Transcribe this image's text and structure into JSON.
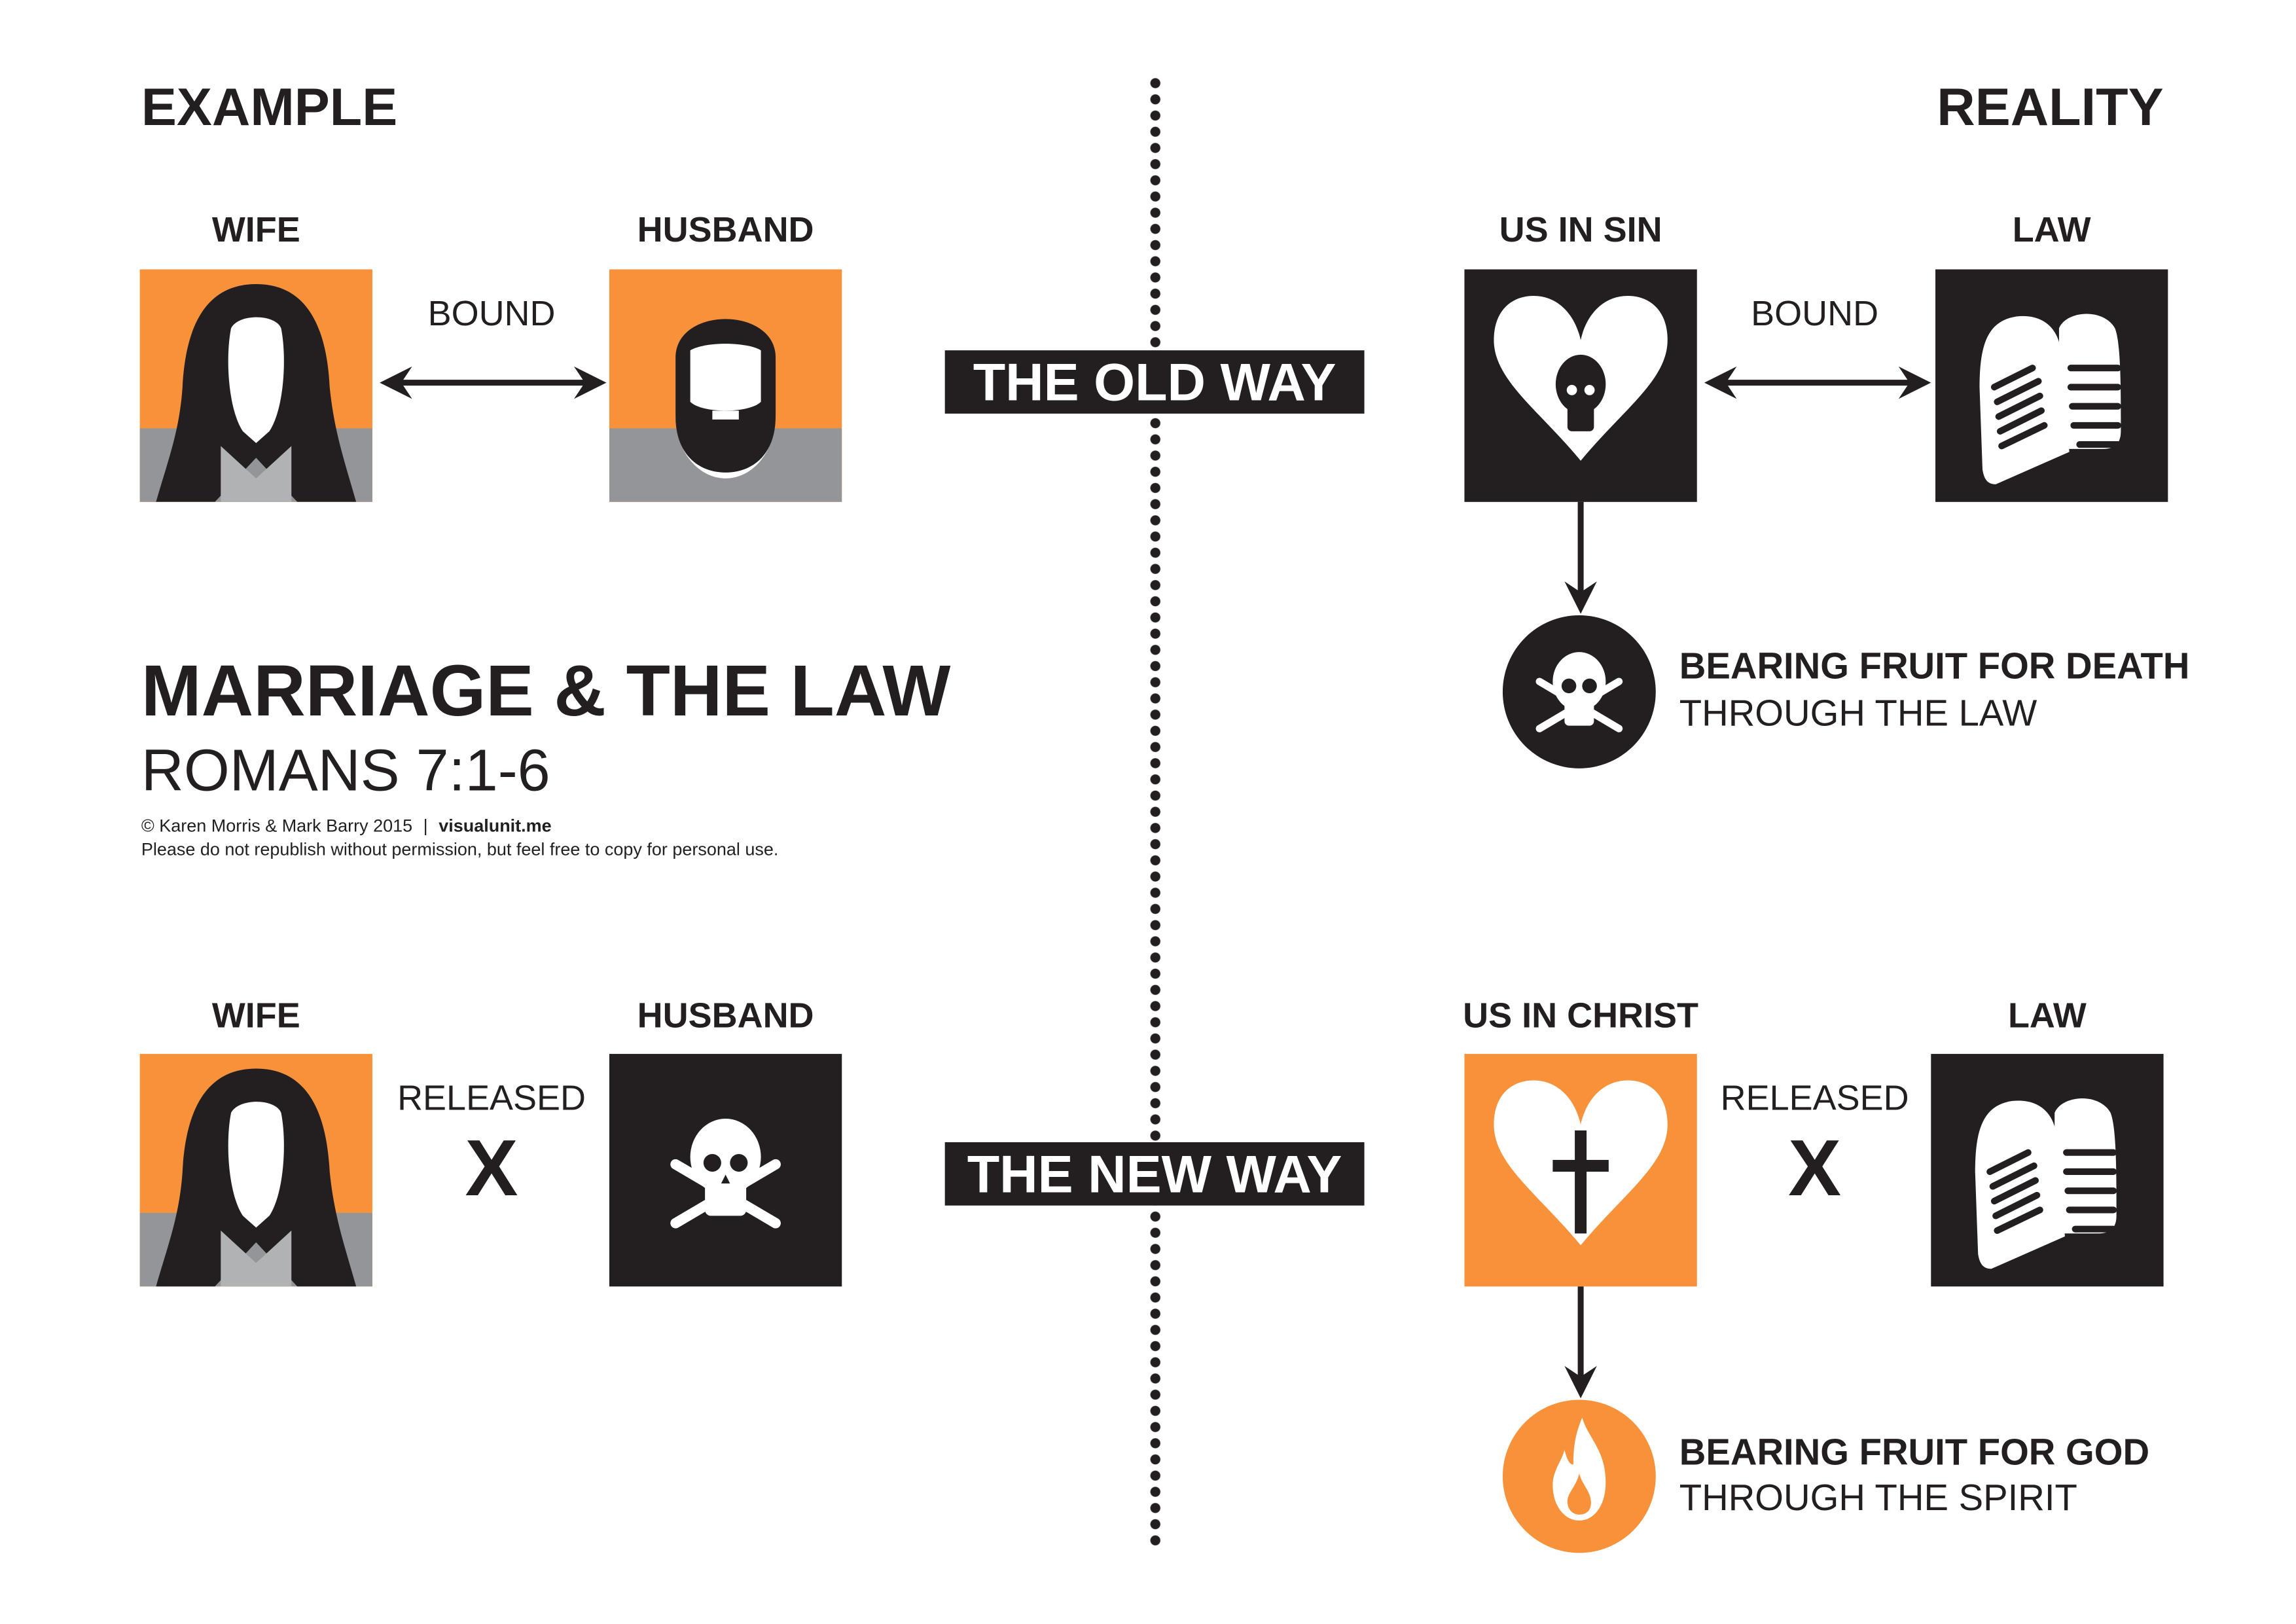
{
  "left_heading": "EXAMPLE",
  "right_heading": "REALITY",
  "old_way": {
    "banner": "THE OLD WAY",
    "example": {
      "left_label": "WIFE",
      "right_label": "HUSBAND",
      "relation": "BOUND"
    },
    "reality": {
      "left_label": "US IN SIN",
      "right_label": "LAW",
      "relation": "BOUND",
      "outcome_title": "BEARING FRUIT FOR DEATH",
      "outcome_sub": "THROUGH THE LAW"
    }
  },
  "new_way": {
    "banner": "THE NEW WAY",
    "example": {
      "left_label": "WIFE",
      "right_label": "HUSBAND",
      "relation": "RELEASED",
      "mark": "X"
    },
    "reality": {
      "left_label": "US IN CHRIST",
      "right_label": "LAW",
      "relation": "RELEASED",
      "mark": "X",
      "outcome_title": "BEARING FRUIT FOR GOD",
      "outcome_sub": "THROUGH THE SPIRIT"
    }
  },
  "title": "MARRIAGE & THE LAW",
  "subtitle": "ROMANS 7:1-6",
  "credits": {
    "copyright": "© Karen Morris & Mark Barry 2015",
    "separator": "|",
    "site": "visualunit.me",
    "notice": "Please do not republish without permission, but feel free to copy for personal use."
  },
  "colors": {
    "orange": "#F7923A",
    "black": "#231F20",
    "gray": "#939598"
  }
}
